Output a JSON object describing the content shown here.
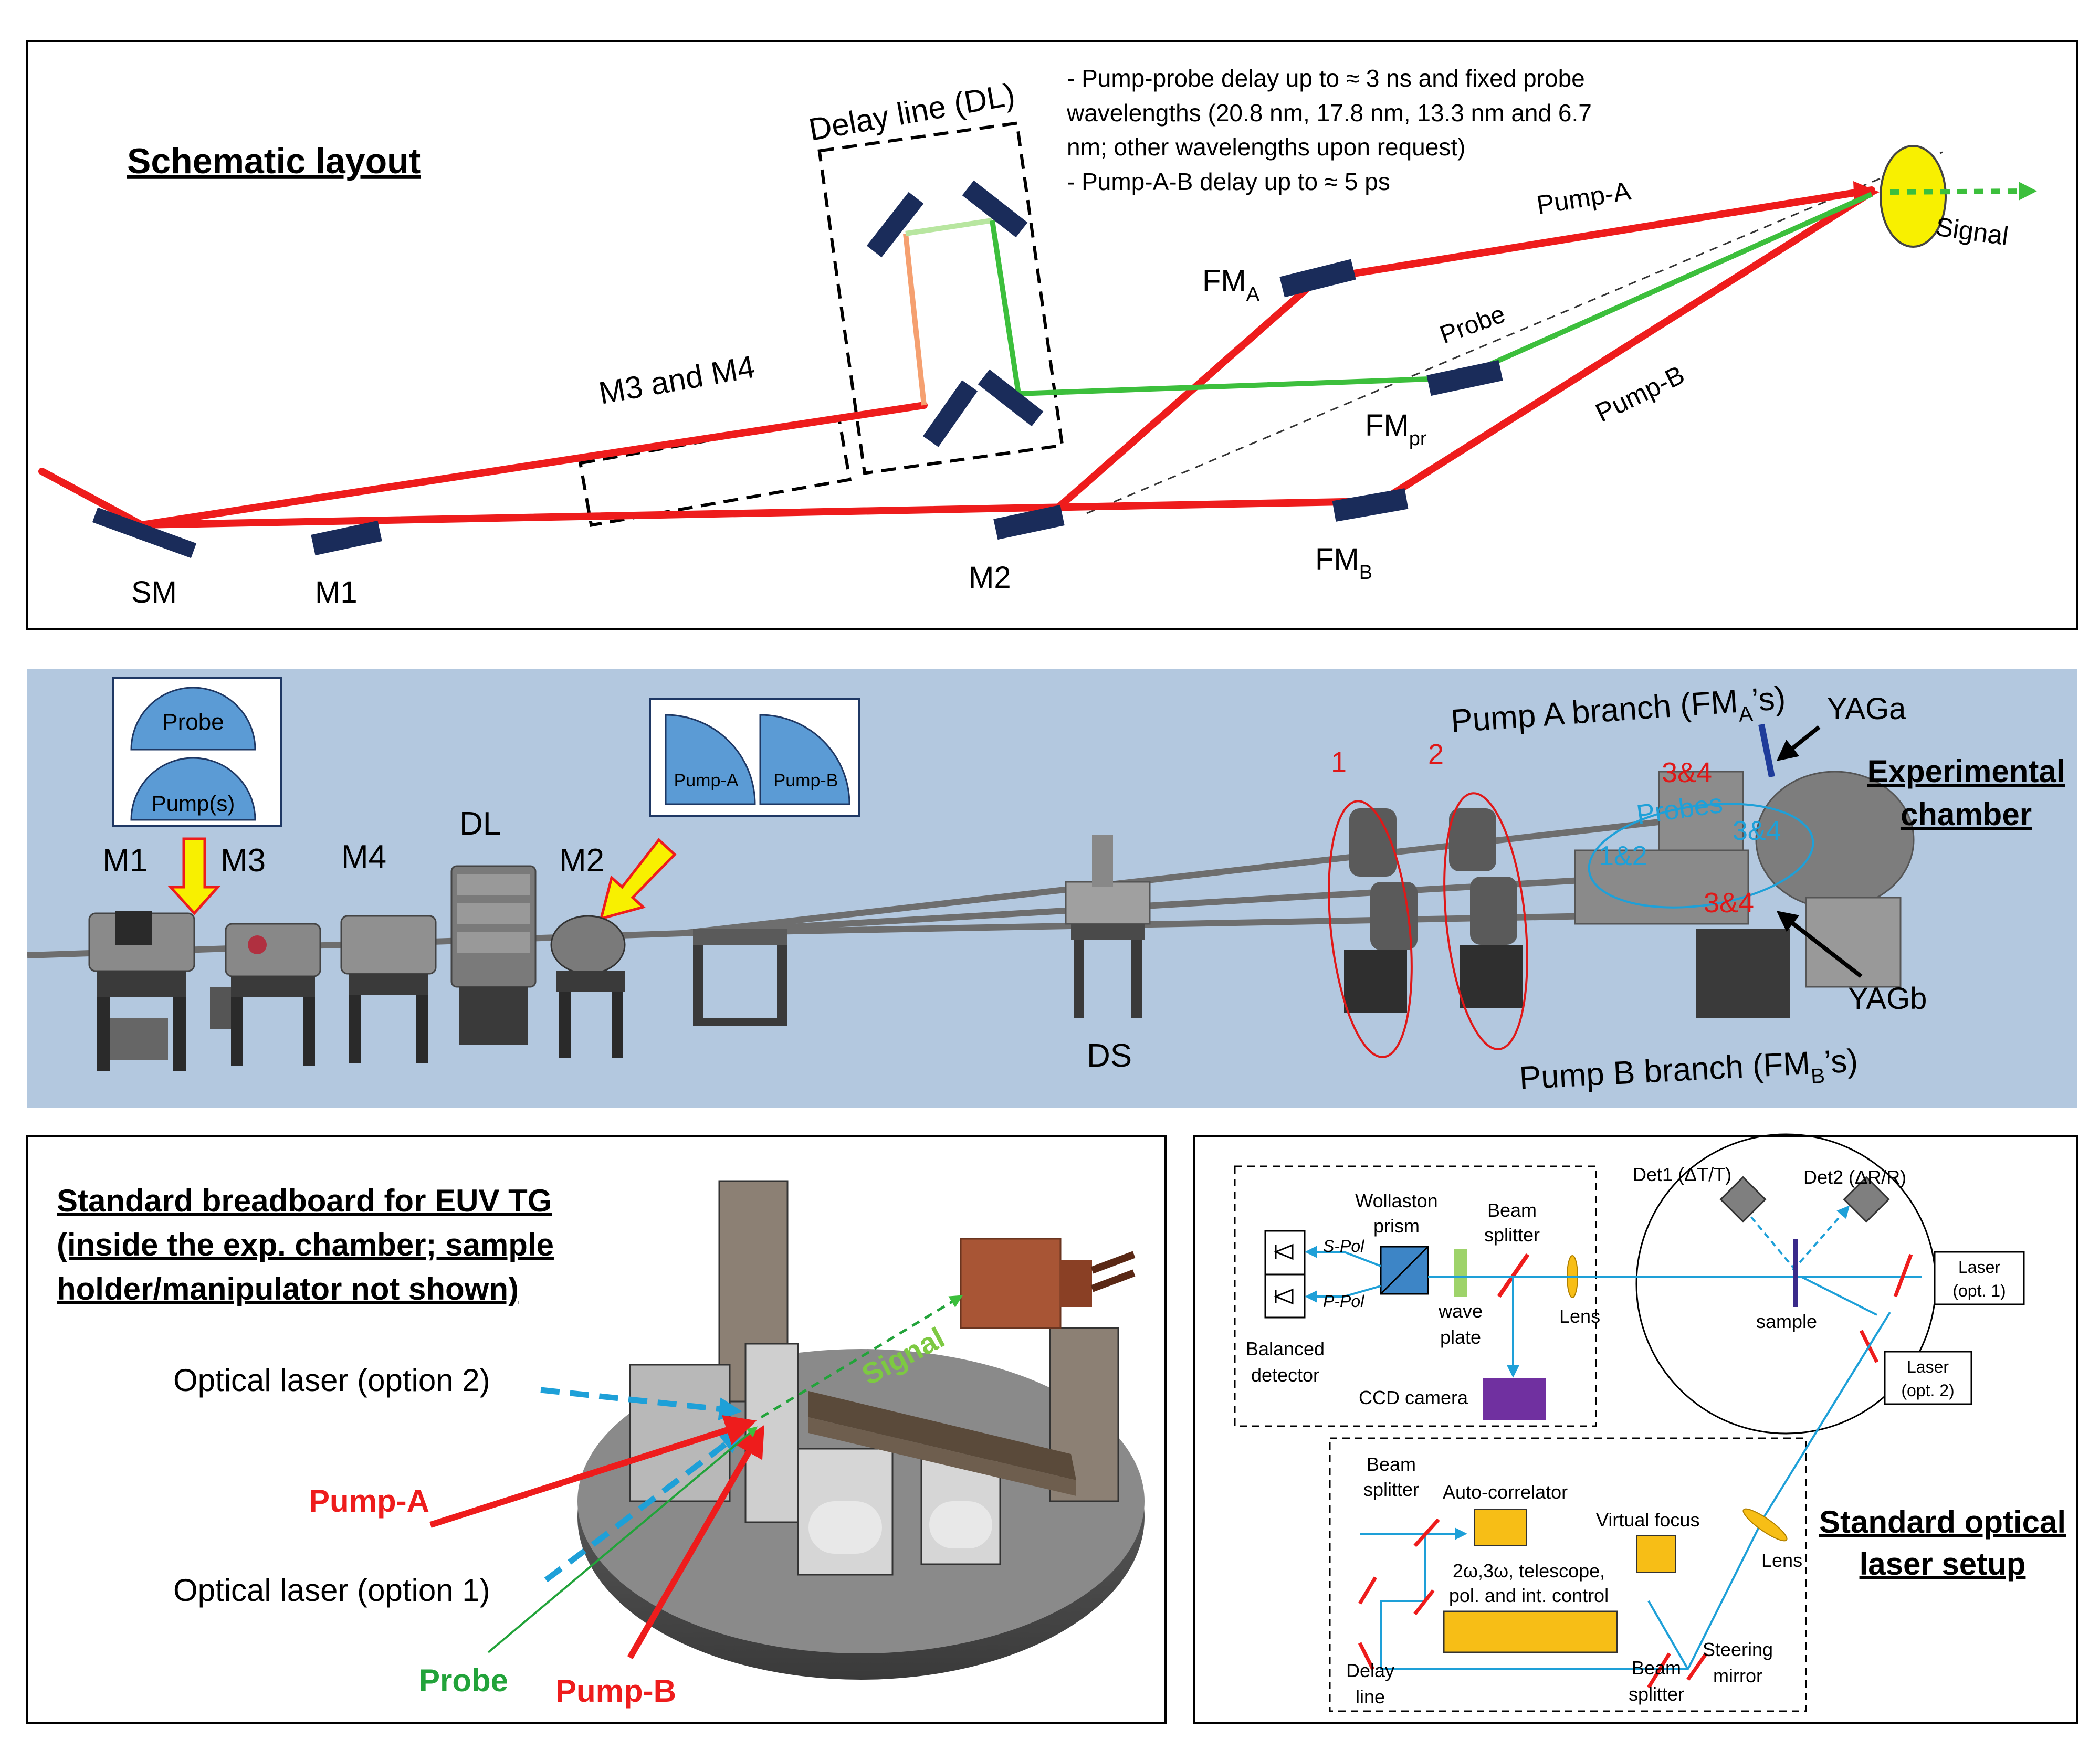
{
  "colors": {
    "beam_red": "#ee1c1c",
    "beam_green": "#3cbf3c",
    "beam_lightgreen": "#b8e6a0",
    "beam_orange": "#f5a070",
    "mirror_navy": "#1a2c5a",
    "laser_blue": "#1ea0d8",
    "panel_bg": "#b3c8df",
    "detector_gold": "#f7be16",
    "ccd_purple": "#7030a0",
    "det_gray": "#7f7f7f"
  },
  "schematic": {
    "title": "Schematic layout",
    "delay_line": "Delay line (DL)",
    "m3m4": "M3 and M4",
    "notes": [
      "- Pump-probe delay up to ≈ 3 ns and fixed probe",
      "wavelengths (20.8 nm, 17.8 nm, 13.3 nm and 6.7",
      "nm; other wavelengths upon request)",
      "- Pump-A-B delay up to ≈ 5 ps"
    ],
    "pump_a": "Pump-A",
    "pump_b": "Pump-B",
    "probe": "Probe",
    "signal": "Signal",
    "fm": "FM",
    "fm_a_sub": "A",
    "fm_pr_sub": "pr",
    "fm_b_sub": "B",
    "sm": "SM",
    "m1": "M1",
    "m2": "M2"
  },
  "beamline": {
    "probe_label": "Probe",
    "pumps_label": "Pump(s)",
    "pump_a_label": "Pump-A",
    "pump_b_label": "Pump-B",
    "m1": "M1",
    "m3": "M3",
    "m4": "M4",
    "dl": "DL",
    "m2": "M2",
    "ds": "DS",
    "branch_a_pre": "Pump A branch  (FM",
    "branch_a_sub": "A",
    "branch_a_post": "’s)",
    "branch_b_pre": "Pump B branch (FM",
    "branch_b_sub": "B",
    "branch_b_post": "’s)",
    "yaga": "YAGa",
    "yagb": "YAGb",
    "exp_chamber_1": "Experimental",
    "exp_chamber_2": "chamber",
    "label_1": "1",
    "label_2": "2",
    "label_34_top": "3&4",
    "label_34_bottom": "3&4",
    "probes": "Probes",
    "probes_12": "1&2",
    "probes_34": "3&4"
  },
  "breadboard": {
    "title_1": "Standard breadboard for EUV TG",
    "title_2": "(inside the exp. chamber; sample",
    "title_3": "holder/manipulator not shown)",
    "opt2": "Optical laser (option 2)",
    "pump_a": "Pump-A",
    "opt1": "Optical laser (option 1)",
    "probe": "Probe",
    "pump_b": "Pump-B",
    "signal": "Signal"
  },
  "optical": {
    "wollaston_1": "Wollaston",
    "wollaston_2": "prism",
    "beam_splitter_1": "Beam",
    "beam_splitter_2": "splitter",
    "s_pol": "S-Pol",
    "p_pol": "P-Pol",
    "wave_1": "wave",
    "wave_2": "plate",
    "lens": "Lens",
    "balanced_1": "Balanced",
    "balanced_2": "detector",
    "ccd": "CCD camera",
    "det1": "Det1 (ΔT/T)",
    "det2": "Det2 (ΔR/R)",
    "sample": "sample",
    "laser_opt1_1": "Laser",
    "laser_opt1_2": "(opt. 1)",
    "laser_opt2_1": "Laser",
    "laser_opt2_2": "(opt. 2)",
    "bs_lower_1": "Beam",
    "bs_lower_2": "splitter",
    "autocorr": "Auto-correlator",
    "virtual_focus": "Virtual focus",
    "lens2": "Lens",
    "control_1": "2ω,3ω, telescope,",
    "control_2": "pol. and int. control",
    "delay_1": "Delay",
    "delay_2": "line",
    "bs_bottom_1": "Beam",
    "bs_bottom_2": "splitter",
    "steering_1": "Steering",
    "steering_2": "mirror",
    "title_1": "Standard optical",
    "title_2": "laser setup"
  }
}
